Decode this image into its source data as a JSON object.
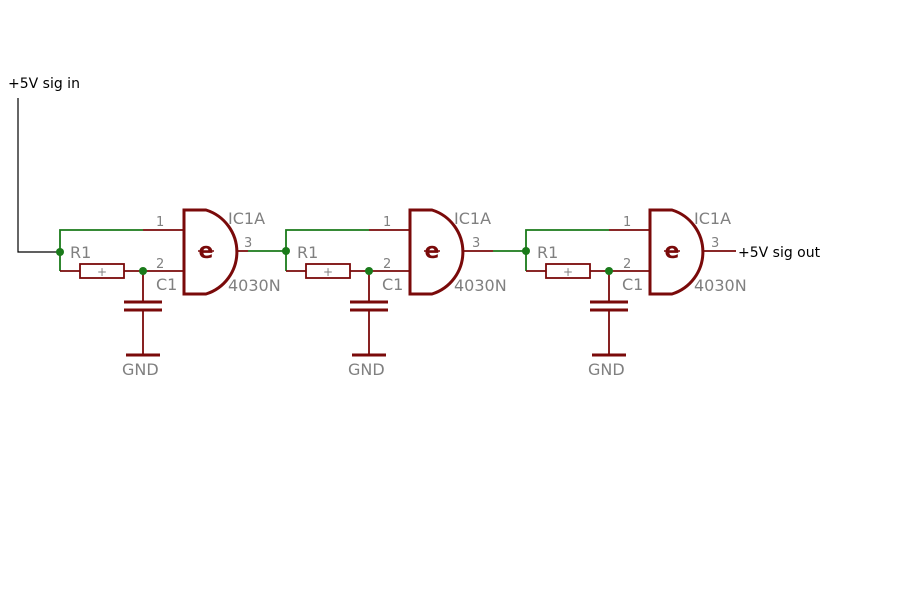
{
  "io": {
    "input_label": "+5V sig in",
    "output_label": "+5V sig out"
  },
  "stages": [
    {
      "ic_name": "IC1A",
      "ic_value": "4030N",
      "ic_symbol": "e",
      "pin1": "1",
      "pin2": "2",
      "pin3": "3",
      "resistor": "R1",
      "resistor_symbol": "+",
      "capacitor": "C1",
      "ground": "GND"
    },
    {
      "ic_name": "IC1A",
      "ic_value": "4030N",
      "ic_symbol": "e",
      "pin1": "1",
      "pin2": "2",
      "pin3": "3",
      "resistor": "R1",
      "resistor_symbol": "+",
      "capacitor": "C1",
      "ground": "GND"
    },
    {
      "ic_name": "IC1A",
      "ic_value": "4030N",
      "ic_symbol": "e",
      "pin1": "1",
      "pin2": "2",
      "pin3": "3",
      "resistor": "R1",
      "resistor_symbol": "+",
      "capacitor": "C1",
      "ground": "GND"
    }
  ],
  "colors": {
    "wire": "#1a7a1a",
    "part": "#7a0a0a",
    "label": "#808080",
    "text": "#000000"
  }
}
